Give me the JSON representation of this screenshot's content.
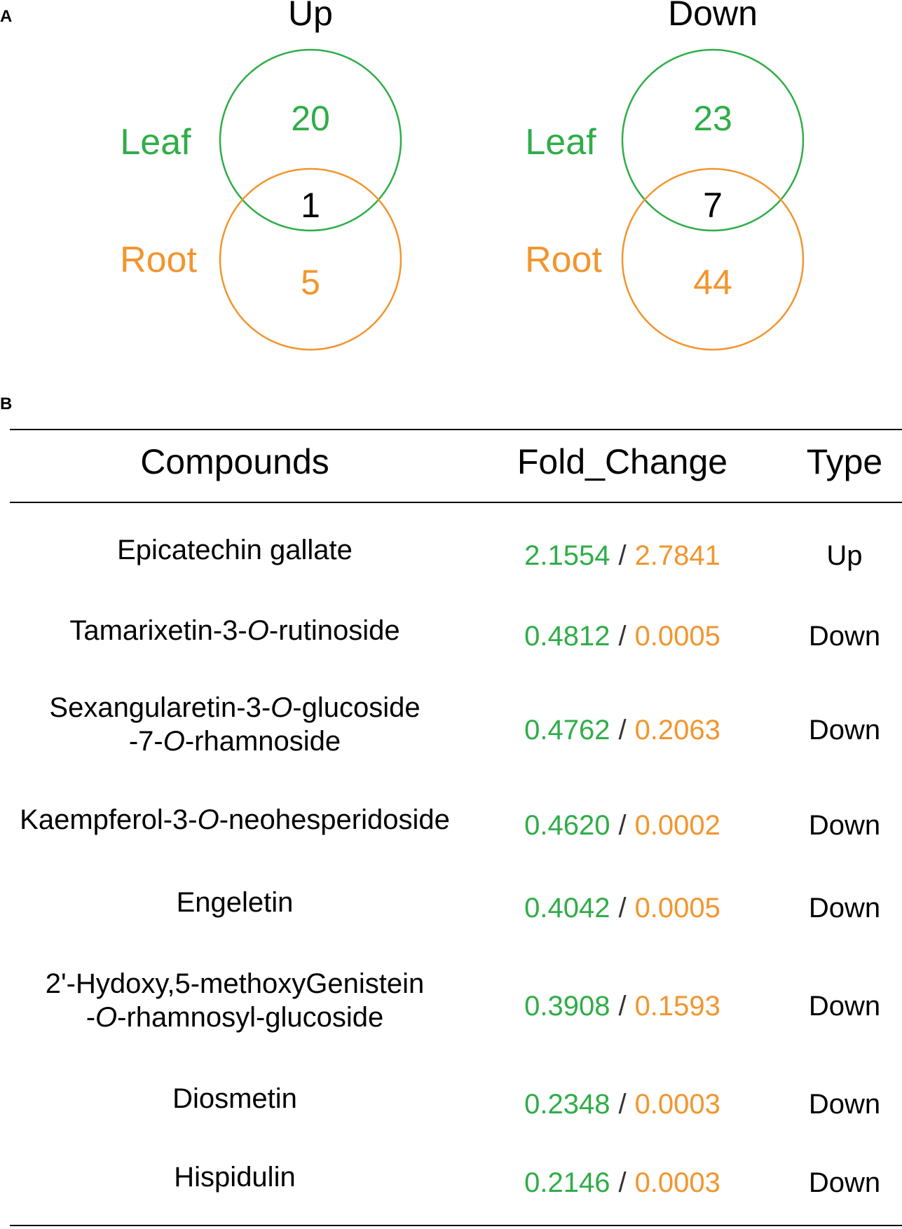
{
  "panel_a": {
    "label": "A",
    "venns": [
      {
        "title": "Up",
        "leaf_label": "Leaf",
        "root_label": "Root",
        "leaf_only": "20",
        "overlap": "1",
        "root_only": "5"
      },
      {
        "title": "Down",
        "leaf_label": "Leaf",
        "root_label": "Root",
        "leaf_only": "23",
        "overlap": "7",
        "root_only": "44"
      }
    ]
  },
  "panel_b": {
    "label": "B",
    "headers": {
      "compounds": "Compounds",
      "fold_change": "Fold_Change",
      "type": "Type"
    },
    "separator": "/",
    "rows": [
      {
        "compound_lines": [
          "Epicatechin gallate"
        ],
        "leaf_fc": "2.1554",
        "root_fc": "2.7841",
        "type": "Up"
      },
      {
        "compound_lines": [
          "Tamarixetin-3-O-rutinoside"
        ],
        "leaf_fc": "0.4812",
        "root_fc": "0.0005",
        "type": "Down"
      },
      {
        "compound_lines": [
          "Sexangularetin-3-O-glucoside",
          "-7-O-rhamnoside"
        ],
        "leaf_fc": "0.4762",
        "root_fc": "0.2063",
        "type": "Down"
      },
      {
        "compound_lines": [
          "Kaempferol-3-O-neohesperidoside"
        ],
        "leaf_fc": "0.4620",
        "root_fc": "0.0002",
        "type": "Down"
      },
      {
        "compound_lines": [
          "Engeletin"
        ],
        "leaf_fc": "0.4042",
        "root_fc": "0.0005",
        "type": "Down"
      },
      {
        "compound_lines": [
          "2'-Hydoxy,5-methoxyGenistein",
          "-O-rhamnosyl-glucoside"
        ],
        "leaf_fc": "0.3908",
        "root_fc": "0.1593",
        "type": "Down"
      },
      {
        "compound_lines": [
          "Diosmetin"
        ],
        "leaf_fc": "0.2348",
        "root_fc": "0.0003",
        "type": "Down"
      },
      {
        "compound_lines": [
          "Hispidulin"
        ],
        "leaf_fc": "0.2146",
        "root_fc": "0.0003",
        "type": "Down"
      }
    ]
  },
  "colors": {
    "leaf": "#2fad48",
    "root": "#f2952e",
    "overlap": "#000000"
  }
}
